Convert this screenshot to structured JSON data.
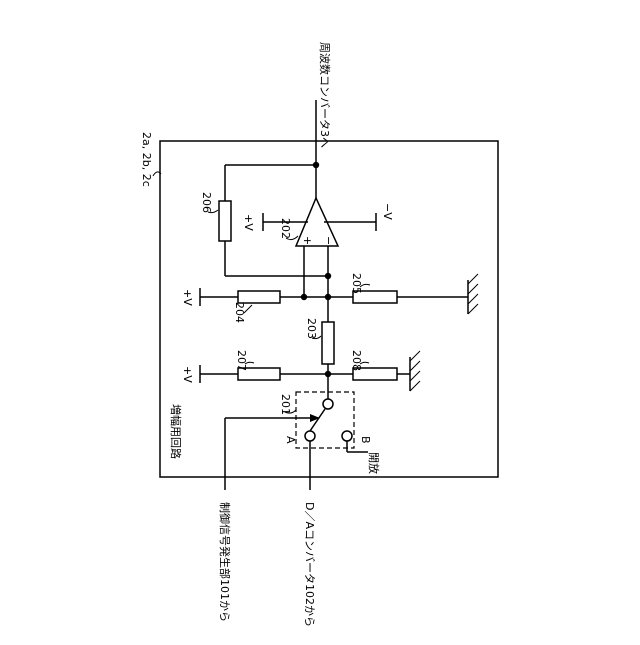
{
  "labels": {
    "module_id": "2a, 2b, 2c",
    "circuit_name": "増幅用回路",
    "output_to": "周波数コンバータ3へ",
    "input_control": "制御信号発生部101から",
    "input_signal": "D／Aコンバータ102から",
    "open": "開放",
    "supply_pos": "+V",
    "supply_neg": "−V",
    "plus_sign": "+",
    "minus_sign": "−",
    "terminal_a": "A",
    "terminal_b": "B"
  },
  "components": {
    "sw": "201",
    "opamp": "202",
    "r203": "203",
    "r204": "204",
    "r205": "205",
    "r206": "206",
    "r207": "207",
    "r208": "208"
  }
}
